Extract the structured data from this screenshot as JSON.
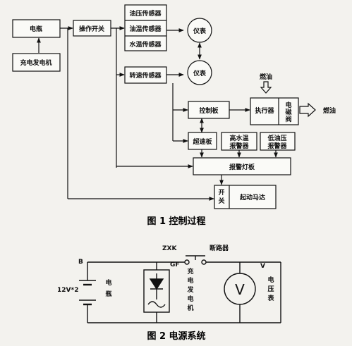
{
  "figure1": {
    "caption": "图 1   控制过程",
    "battery": "电瓶",
    "generator": "充电发电机",
    "operate_switch": "操作开关",
    "oil_pressure_sensor": "油压传感器",
    "oil_temp_sensor": "油温传感器",
    "water_temp_sensor": "水温传感器",
    "gauge_top": "仪表",
    "speed_sensor": "转速传感器",
    "gauge_mid": "仪表",
    "fuel_in": "燃油",
    "control_board": "控制板",
    "actuator": "执行器",
    "solenoid_valve": [
      "电",
      "磁",
      "阀"
    ],
    "fuel_out": "燃油",
    "overspeed_board": "超速板",
    "high_water_alarm": [
      "高水温",
      "报警器"
    ],
    "low_oil_alarm": [
      "低油压",
      "报警器"
    ],
    "alarm_lamp_board": "报警灯板",
    "switch": [
      "开",
      "关"
    ],
    "starter_motor": "起动马达"
  },
  "figure2": {
    "caption": "图 2   电源系统",
    "zxk": "ZXK",
    "breaker": "断路器",
    "b_label": "B",
    "gf_label": "GF",
    "v_label": "V",
    "voltage": "12V*2",
    "battery_v": [
      "电",
      "瓶"
    ],
    "generator_v": [
      "充",
      "电",
      "发",
      "电",
      "机"
    ],
    "voltmeter_v": [
      "电",
      "压",
      "表"
    ],
    "voltmeter_symbol": "V"
  }
}
